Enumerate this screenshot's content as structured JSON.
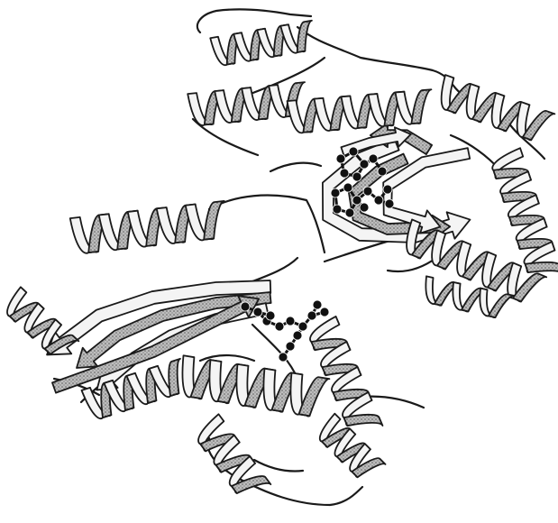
{
  "figure": {
    "kind": "protein ribbon diagram",
    "style": "black-and-white ribbon with stippled gray shading",
    "colors": {
      "outline": "#1a1a1a",
      "ribbon_light": "#f4f4f4",
      "ribbon_shaded": "#9a9a9a",
      "ligand": "#111111",
      "background": "#ffffff"
    },
    "elements": {
      "alpha_helices": 14,
      "beta_strands": 9,
      "ligand_clusters": 2
    }
  }
}
